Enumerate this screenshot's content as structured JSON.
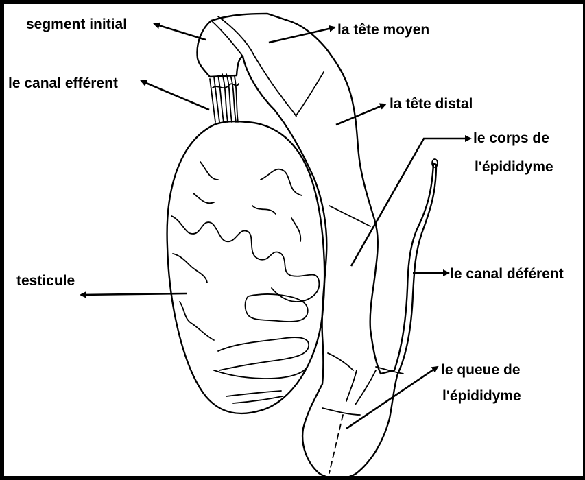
{
  "labels": {
    "segment_initial": "segment initial",
    "tete_moyen": "la tête moyen",
    "canal_efferent": "le canal efférent",
    "tete_distal": "la tête distal",
    "corps_line1": "le corps de",
    "corps_line2": "l'épididyme",
    "testicule": "testicule",
    "canal_deferent": "le canal déférent",
    "queue_line1": "le queue de",
    "queue_line2": "l'épididyme"
  },
  "colors": {
    "ink": "#000000",
    "background": "#ffffff"
  }
}
